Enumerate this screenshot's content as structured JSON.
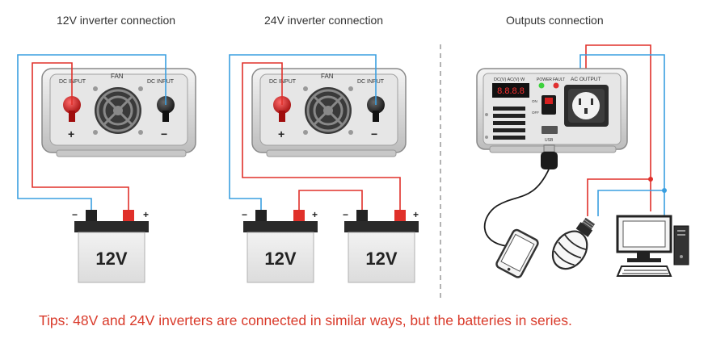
{
  "sections": {
    "inverter_12v": {
      "title": "12V inverter connection"
    },
    "inverter_24v": {
      "title": "24V inverter connection"
    },
    "outputs": {
      "title": "Outputs connection"
    }
  },
  "inverter_labels": {
    "dc_input": "DC INPUT",
    "fan": "FAN",
    "plus": "+",
    "minus": "−"
  },
  "battery": {
    "label": "12V",
    "plus": "+",
    "minus": "−"
  },
  "output_unit": {
    "voltage_label": "DC(V) AC(V) W",
    "display": "8.8.8.8",
    "power": "POWER",
    "fault": "FAULT",
    "ac_output": "AC OUTPUT",
    "on": "ON",
    "off": "OFF",
    "usb": "USB"
  },
  "tips": "Tips: 48V and 24V inverters are connected in similar ways, but the batteries in series.",
  "colors": {
    "positive_wire": "#e0302a",
    "negative_wire": "#3a9fe0",
    "tips_text": "#d93a2a",
    "divider": "#9a9a9a"
  }
}
